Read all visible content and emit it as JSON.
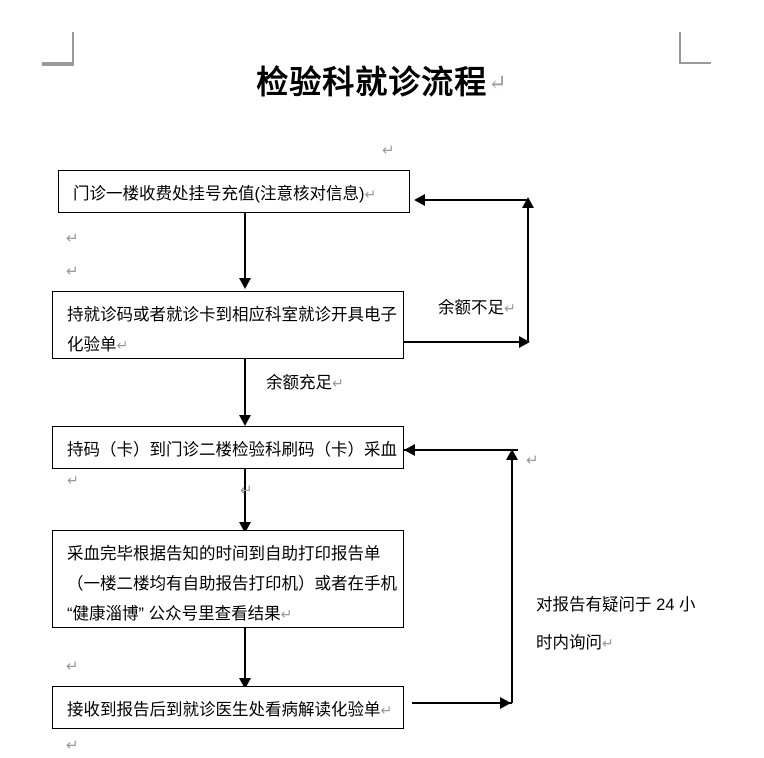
{
  "document": {
    "title": "检验科就诊流程",
    "pilcrow": "↵"
  },
  "flowchart": {
    "type": "flowchart",
    "orientation": "top-to-bottom",
    "nodes": [
      {
        "id": "node1",
        "text": "门诊一楼收费处挂号充值(注意核对信息)",
        "pilcrow": "↵"
      },
      {
        "id": "node2",
        "text": "持就诊码或者就诊卡到相应科室就诊开具电子\n化验单",
        "pilcrow": "↵"
      },
      {
        "id": "node3",
        "text": "持码（卡）到门诊二楼检验科刷码（卡）采血",
        "pilcrow": "↵"
      },
      {
        "id": "node4",
        "text": "采血完毕根据告知的时间到自助打印报告单\n （一楼二楼均有自助报告打印机）或者在手机\n “健康淄博” 公众号里查看结果",
        "pilcrow": "↵"
      },
      {
        "id": "node5",
        "text": "接收到报告后到就诊医生处看病解读化验单",
        "pilcrow": "↵"
      }
    ],
    "edge_labels": [
      {
        "id": "insufficient-balance",
        "text": "余额不足",
        "pilcrow": "↵"
      },
      {
        "id": "sufficient-balance",
        "text": "余额充足",
        "pilcrow": "↵"
      },
      {
        "id": "report-question",
        "text": "对报告有疑问于 24 小\n时内询问",
        "pilcrow": "↵"
      }
    ],
    "stray_marks": {
      "pilcrow": "↵"
    }
  },
  "colors": {
    "line": "#000000",
    "crop_mark": "#9a9a9a",
    "pilcrow": "#9a9a9a",
    "background": "#ffffff"
  }
}
